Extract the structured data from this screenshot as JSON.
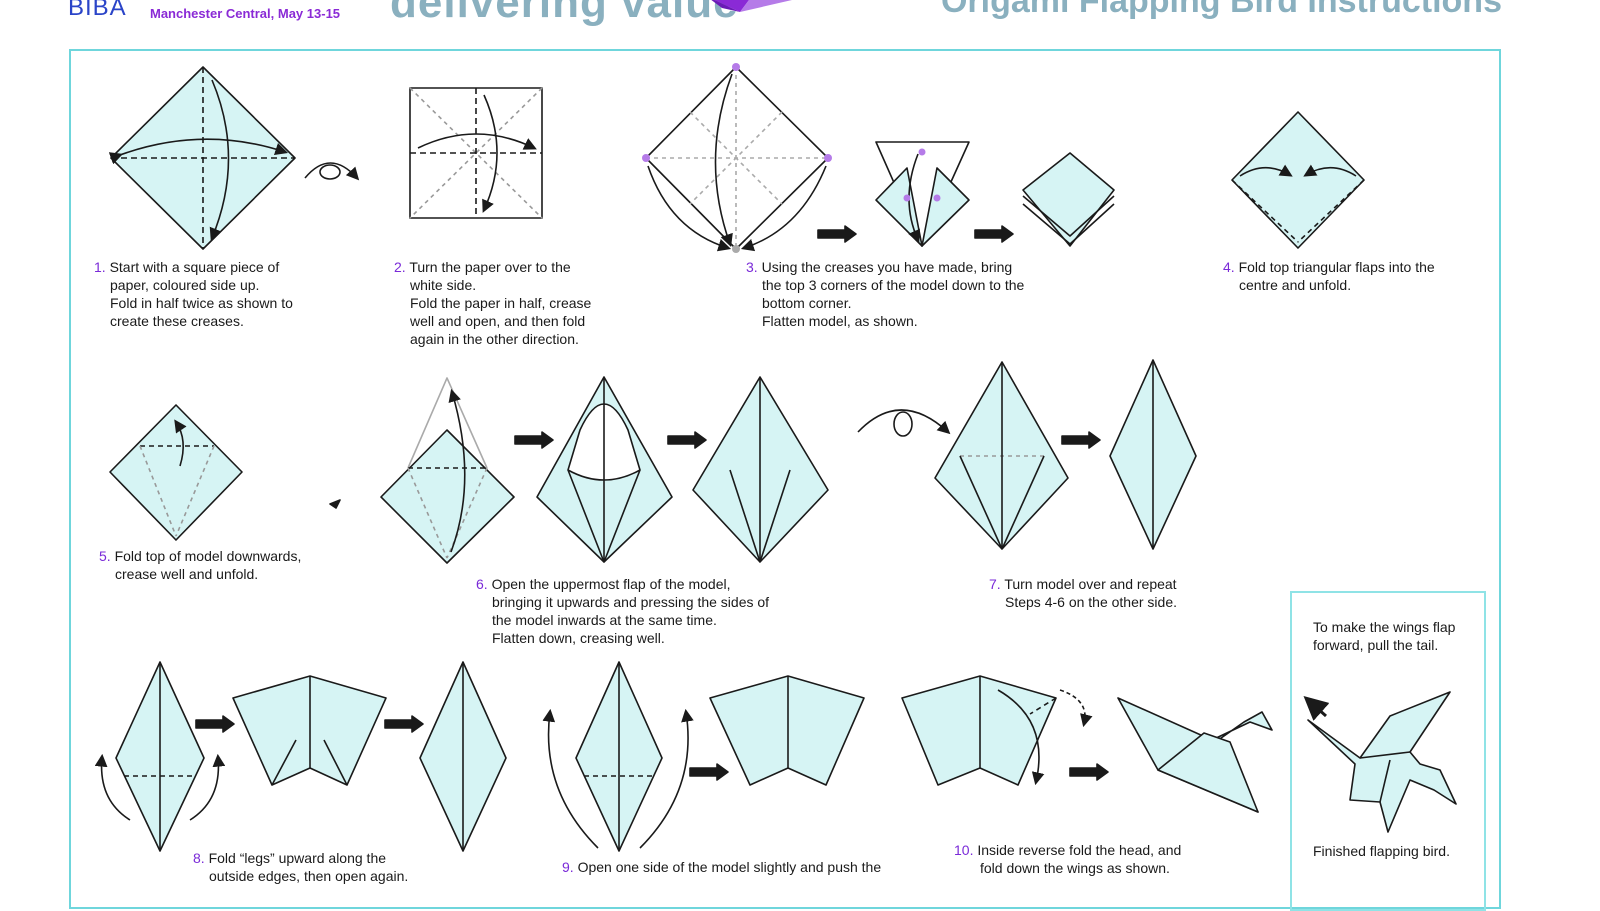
{
  "header": {
    "brand": "BIBA",
    "event": "Manchester Central, May 13-15",
    "tagline": "delivering value",
    "title": "Origami Flapping Bird Instructions"
  },
  "colors": {
    "paper": "#d6f4f4",
    "accent": "#7a2ad8",
    "frame": "#6fd6dc",
    "brand": "#2a44c8"
  },
  "steps": [
    {
      "num": "1.",
      "lines": [
        "Start with a square piece of",
        "paper, coloured side up.",
        "Fold in half twice as shown to",
        "create these creases."
      ]
    },
    {
      "num": "2.",
      "lines": [
        "Turn the paper over to the",
        "white side.",
        "Fold the paper in half, crease",
        "well and open, and then fold",
        "again in the other direction."
      ]
    },
    {
      "num": "3.",
      "lines": [
        "Using the creases you have made, bring",
        "the top 3 corners of the model down to the",
        "bottom corner.",
        "Flatten model, as shown."
      ]
    },
    {
      "num": "4.",
      "lines": [
        "Fold top triangular flaps into the",
        "centre and unfold."
      ]
    },
    {
      "num": "5.",
      "lines": [
        "Fold top of model downwards,",
        "crease well and unfold."
      ]
    },
    {
      "num": "6.",
      "lines": [
        "Open the uppermost flap of the model,",
        "bringing it upwards and pressing the sides of",
        "the model inwards at the same time.",
        "Flatten down, creasing well."
      ]
    },
    {
      "num": "7.",
      "lines": [
        "Turn model over and repeat",
        "Steps 4-6 on the other side."
      ]
    },
    {
      "num": "8.",
      "lines": [
        "Fold “legs” upward along the",
        "outside edges, then open again."
      ]
    },
    {
      "num": "9.",
      "lines": [
        "Open one side of the model slightly and push the"
      ]
    },
    {
      "num": "10.",
      "lines": [
        "Inside reverse fold the head, and",
        "fold down the wings as shown."
      ]
    }
  ],
  "callout": {
    "text": "To make the wings flap forward, pull the tail.",
    "final": "Finished flapping bird."
  }
}
